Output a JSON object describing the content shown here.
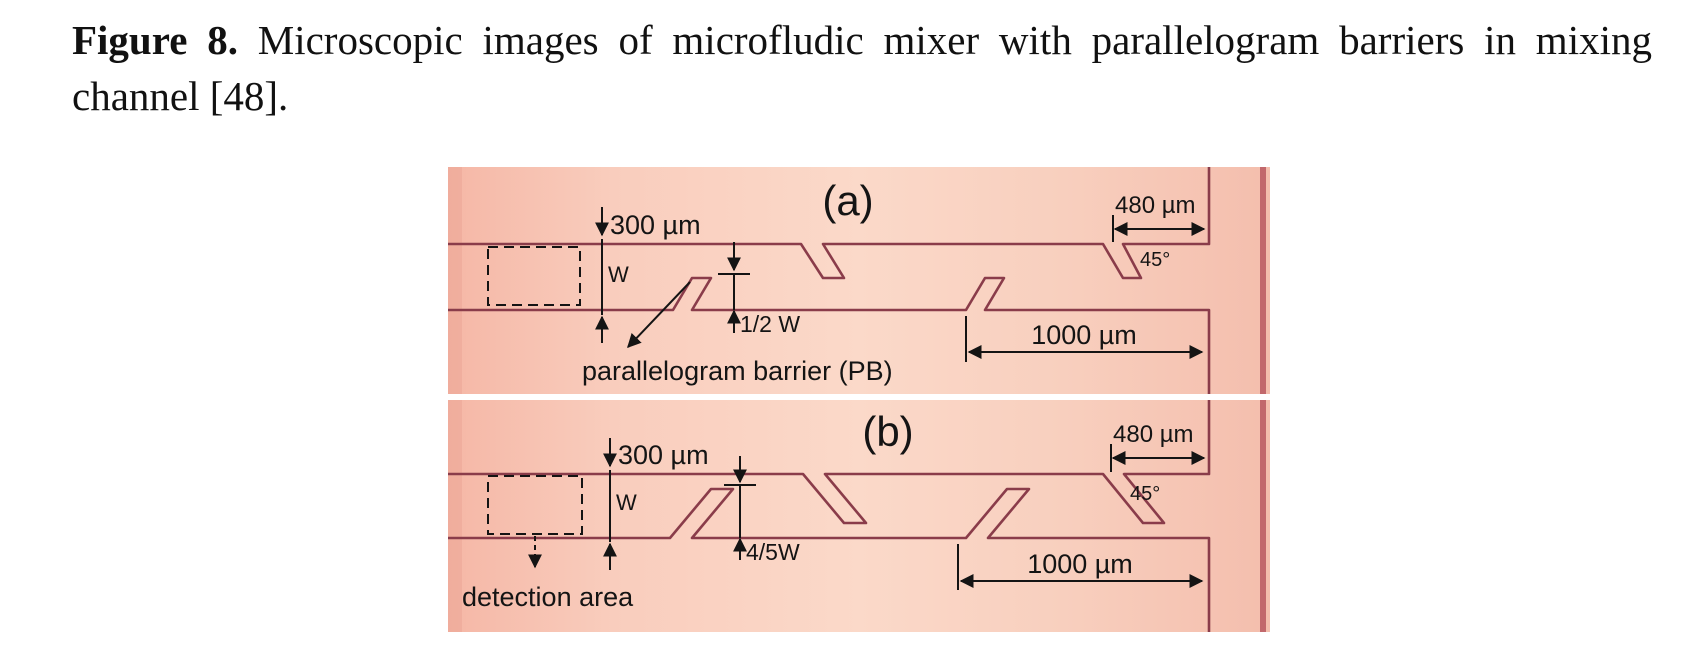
{
  "caption": {
    "label": "Figure 8.",
    "text": " Microscopic images of microfludic mixer with parallelogram barriers in mixing channel [48]."
  },
  "panel_a": {
    "tag": "(a)",
    "width_label": "300 µm",
    "w_label": "W",
    "barrier_height_label": "1/2 W",
    "pitch_label": "1000 µm",
    "barrier_length_label": "480 µm",
    "angle_label": "45°",
    "barrier_name": "parallelogram barrier (PB)"
  },
  "panel_b": {
    "tag": "(b)",
    "width_label": "300 µm",
    "w_label": "W",
    "barrier_height_label": "4/5W",
    "pitch_label": "1000 µm",
    "barrier_length_label": "480 µm",
    "angle_label": "45°",
    "detection_label": "detection area"
  },
  "colors": {
    "background_tint": "#f7c9b8",
    "channel_wall": "#8a3c4a",
    "annotation": "#141414"
  }
}
